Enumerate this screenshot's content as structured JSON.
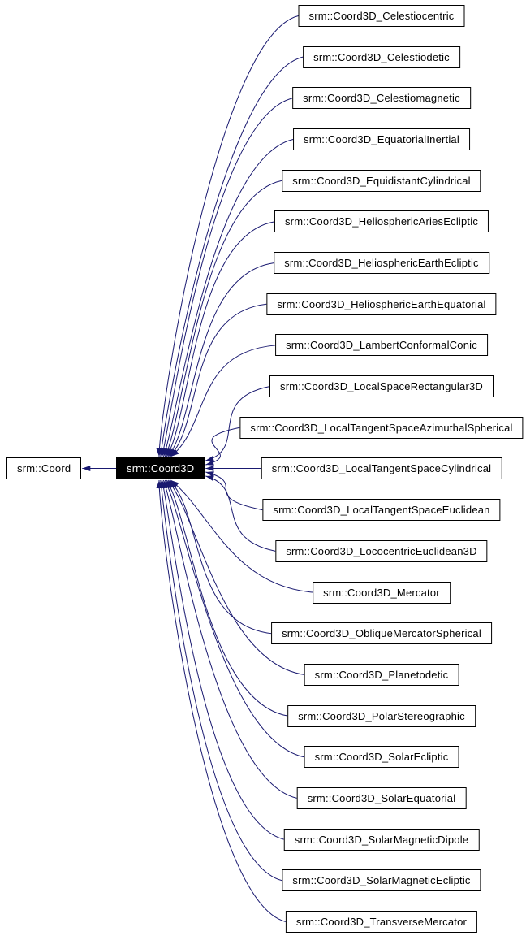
{
  "diagram": {
    "type": "class-inheritance-graph",
    "base_class": {
      "label": "srm::Coord"
    },
    "focus_class": {
      "label": "srm::Coord3D"
    },
    "derived_classes": [
      "srm::Coord3D_Celestiocentric",
      "srm::Coord3D_Celestiodetic",
      "srm::Coord3D_Celestiomagnetic",
      "srm::Coord3D_EquatorialInertial",
      "srm::Coord3D_EquidistantCylindrical",
      "srm::Coord3D_HeliosphericAriesEcliptic",
      "srm::Coord3D_HeliosphericEarthEcliptic",
      "srm::Coord3D_HeliosphericEarthEquatorial",
      "srm::Coord3D_LambertConformalConic",
      "srm::Coord3D_LocalSpaceRectangular3D",
      "srm::Coord3D_LocalTangentSpaceAzimuthalSpherical",
      "srm::Coord3D_LocalTangentSpaceCylindrical",
      "srm::Coord3D_LocalTangentSpaceEuclidean",
      "srm::Coord3D_LococentricEuclidean3D",
      "srm::Coord3D_Mercator",
      "srm::Coord3D_ObliqueMercatorSpherical",
      "srm::Coord3D_Planetodetic",
      "srm::Coord3D_PolarStereographic",
      "srm::Coord3D_SolarEcliptic",
      "srm::Coord3D_SolarEquatorial",
      "srm::Coord3D_SolarMagneticDipole",
      "srm::Coord3D_SolarMagneticEcliptic",
      "srm::Coord3D_TransverseMercator"
    ],
    "colors": {
      "edge": "#191970",
      "node_border": "#000000",
      "node_background": "#ffffff",
      "node_text": "#000000",
      "focus_background": "#000000",
      "focus_text": "#ffffff",
      "page_background": "#ffffff"
    }
  }
}
